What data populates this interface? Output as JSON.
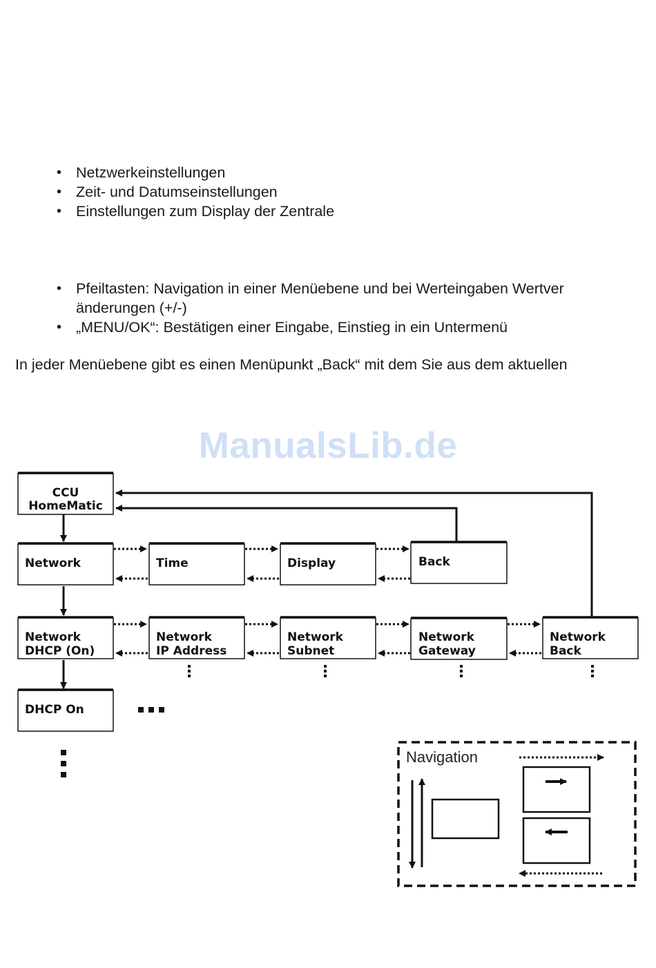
{
  "list1": [
    "Netzwerkeinstellungen",
    "Zeit- und Datumseinstellungen",
    "Einstellungen zum Display der Zentrale"
  ],
  "list2": [
    "Pfeiltasten: Navigation in einer Menüebene und bei Werteingaben Wertver",
    "änderungen (+/-)",
    "„MENU/OK“: Bestätigen einer Eingabe, Einstieg in ein Untermenü"
  ],
  "paragraph": "In jeder Menüebene gibt es einen Menüpunkt „Back“ mit dem Sie aus dem aktuellen",
  "watermark": "ManualsLib.de",
  "diagram": {
    "root": {
      "line1": "CCU",
      "line2": "HomeMatic"
    },
    "level1": {
      "network": "Network",
      "time": "Time",
      "display": "Display",
      "back": "Back"
    },
    "level2": {
      "dhcp": {
        "line1": "Network",
        "line2": "DHCP (On)"
      },
      "ip": {
        "line1": "Network",
        "line2": "IP Address"
      },
      "subnet": {
        "line1": "Network",
        "line2": "Subnet"
      },
      "gateway": {
        "line1": "Network",
        "line2": "Gateway"
      },
      "back": {
        "line1": "Network",
        "line2": "Back"
      }
    },
    "level3": {
      "dhcp_on": "DHCP On"
    },
    "legend": {
      "title": "Navigation"
    }
  }
}
